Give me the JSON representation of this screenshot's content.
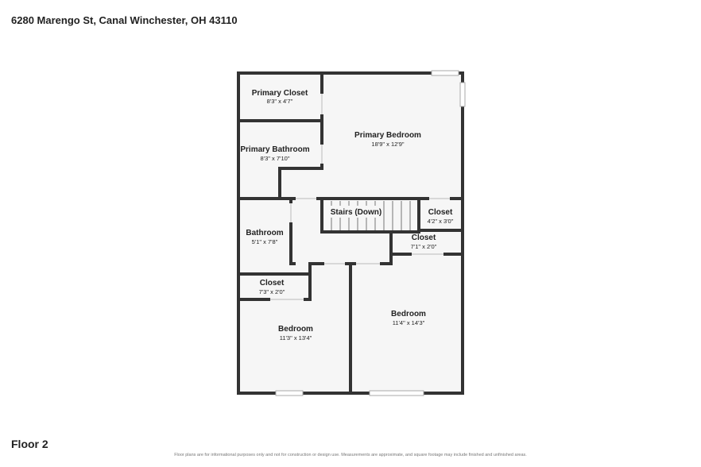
{
  "header": {
    "address": "6280 Marengo St, Canal Winchester, OH 43110"
  },
  "footer": {
    "floor": "Floor 2",
    "disclaimer": "Floor plans are for informational purposes only and not for construction or design use. Measurements are approximate, and square footage may include finished and unfinished areas."
  },
  "rooms": {
    "primary_closet": {
      "name": "Primary Closet",
      "dims": "8'3\" x 4'7\""
    },
    "primary_bedroom": {
      "name": "Primary Bedroom",
      "dims": "18'9\" x 12'9\""
    },
    "primary_bathroom": {
      "name": "Primary Bathroom",
      "dims": "8'3\" x 7'10\""
    },
    "stairs": {
      "name": "Stairs (Down)"
    },
    "closet_small": {
      "name": "Closet",
      "dims": "4'2\" x 3'0\""
    },
    "bathroom": {
      "name": "Bathroom",
      "dims": "5'1\" x 7'8\""
    },
    "closet_hall": {
      "name": "Closet",
      "dims": "7'1\" x 2'0\""
    },
    "closet_left": {
      "name": "Closet",
      "dims": "7'3\" x 2'0\""
    },
    "bedroom_right": {
      "name": "Bedroom",
      "dims": "11'4\" x 14'3\""
    },
    "bedroom_left": {
      "name": "Bedroom",
      "dims": "11'3\" x 13'4\""
    }
  }
}
